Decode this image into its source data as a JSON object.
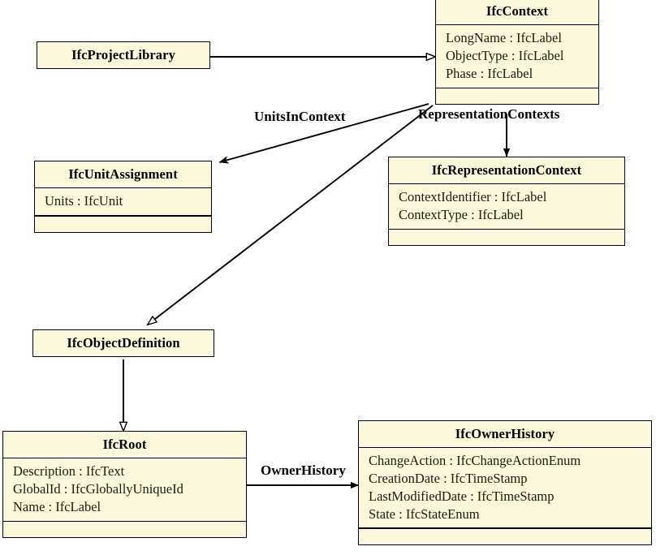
{
  "diagram": {
    "title": "IFC Context UML class diagram",
    "fill_color": "#fbf8dc",
    "line_color": "#000000",
    "background": "#ffffff"
  },
  "classes": [
    {
      "id": "ifc-context",
      "name": "IfcContext",
      "attributes": [
        "LongName : IfcLabel",
        "ObjectType : IfcLabel",
        "Phase : IfcLabel"
      ]
    },
    {
      "id": "ifc-project-library",
      "name": "IfcProjectLibrary",
      "attributes": []
    },
    {
      "id": "ifc-unit-assignment",
      "name": "IfcUnitAssignment",
      "attributes": [
        "Units : IfcUnit"
      ]
    },
    {
      "id": "ifc-representation-context",
      "name": "IfcRepresentationContext",
      "attributes": [
        "ContextIdentifier : IfcLabel",
        "ContextType : IfcLabel"
      ]
    },
    {
      "id": "ifc-object-definition",
      "name": "IfcObjectDefinition",
      "attributes": []
    },
    {
      "id": "ifc-root",
      "name": "IfcRoot",
      "attributes": [
        "Description : IfcText",
        "GlobalId : IfcGloballyUniqueId",
        "Name : IfcLabel"
      ]
    },
    {
      "id": "ifc-owner-history",
      "name": "IfcOwnerHistory",
      "attributes": [
        "ChangeAction : IfcChangeActionEnum",
        "CreationDate : IfcTimeStamp",
        "LastModifiedDate : IfcTimeStamp",
        "State : IfcStateEnum"
      ]
    }
  ],
  "relationships": [
    {
      "id": "units-in-context",
      "label": "UnitsInContext",
      "from": "ifc-context",
      "to": "ifc-unit-assignment",
      "arrow": "open"
    },
    {
      "id": "representation-contexts",
      "label": "RepresentationContexts",
      "from": "ifc-context",
      "to": "ifc-representation-context",
      "arrow": "filled"
    },
    {
      "id": "owner-history",
      "label": "OwnerHistory",
      "from": "ifc-root",
      "to": "ifc-owner-history",
      "arrow": "filled"
    },
    {
      "id": "project-library-generalization",
      "label": "",
      "from": "ifc-project-library",
      "to": "ifc-context",
      "arrow": "hollow-triangle"
    },
    {
      "id": "context-generalization",
      "label": "",
      "from": "ifc-context",
      "to": "ifc-object-definition",
      "arrow": "hollow-triangle"
    },
    {
      "id": "object-definition-generalization",
      "label": "",
      "from": "ifc-object-definition",
      "to": "ifc-root",
      "arrow": "hollow-triangle"
    }
  ]
}
